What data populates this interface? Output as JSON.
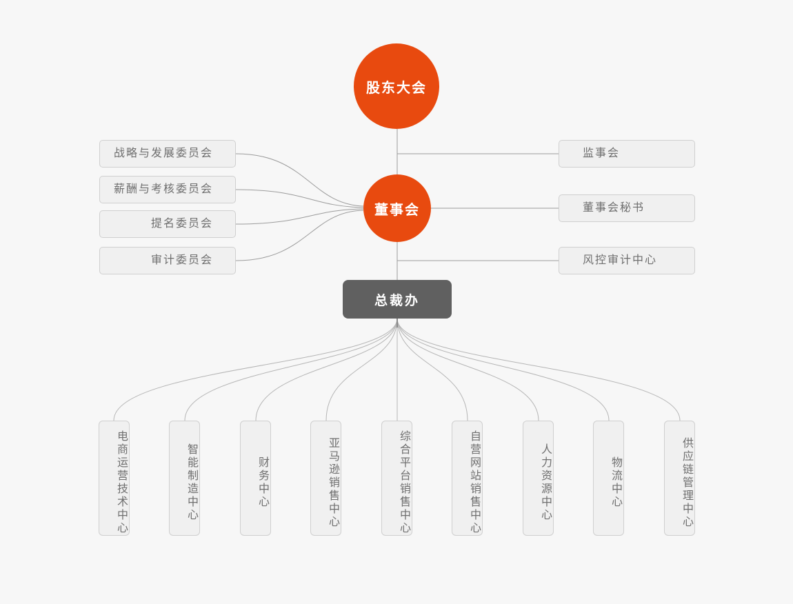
{
  "diagram": {
    "type": "org-chart",
    "colors": {
      "background": "#F7F7F7",
      "accent_orange": "#E84A0F",
      "president_gray": "#606060",
      "box_fill": "#F0F0F0",
      "box_border": "#CFCFCF",
      "line_gray": "#9B9B9B",
      "fan_line_gray": "#B5B5B5"
    },
    "nodes": {
      "shareholders_meeting": "股东大会",
      "board_of_directors": "董事会",
      "president_office": "总裁办"
    },
    "left_committees": [
      "战略与发展委员会",
      "薪酬与考核委员会",
      "提名委员会",
      "审计委员会"
    ],
    "right_offices": [
      "监事会",
      "董事会秘书",
      "风控审计中心"
    ],
    "centers": [
      "电商运营技术中心",
      "智能制造中心",
      "财务中心",
      "亚马逊销售中心",
      "综合平台销售中心",
      "自营网站销售中心",
      "人力资源中心",
      "物流中心",
      "供应链管理中心"
    ]
  }
}
